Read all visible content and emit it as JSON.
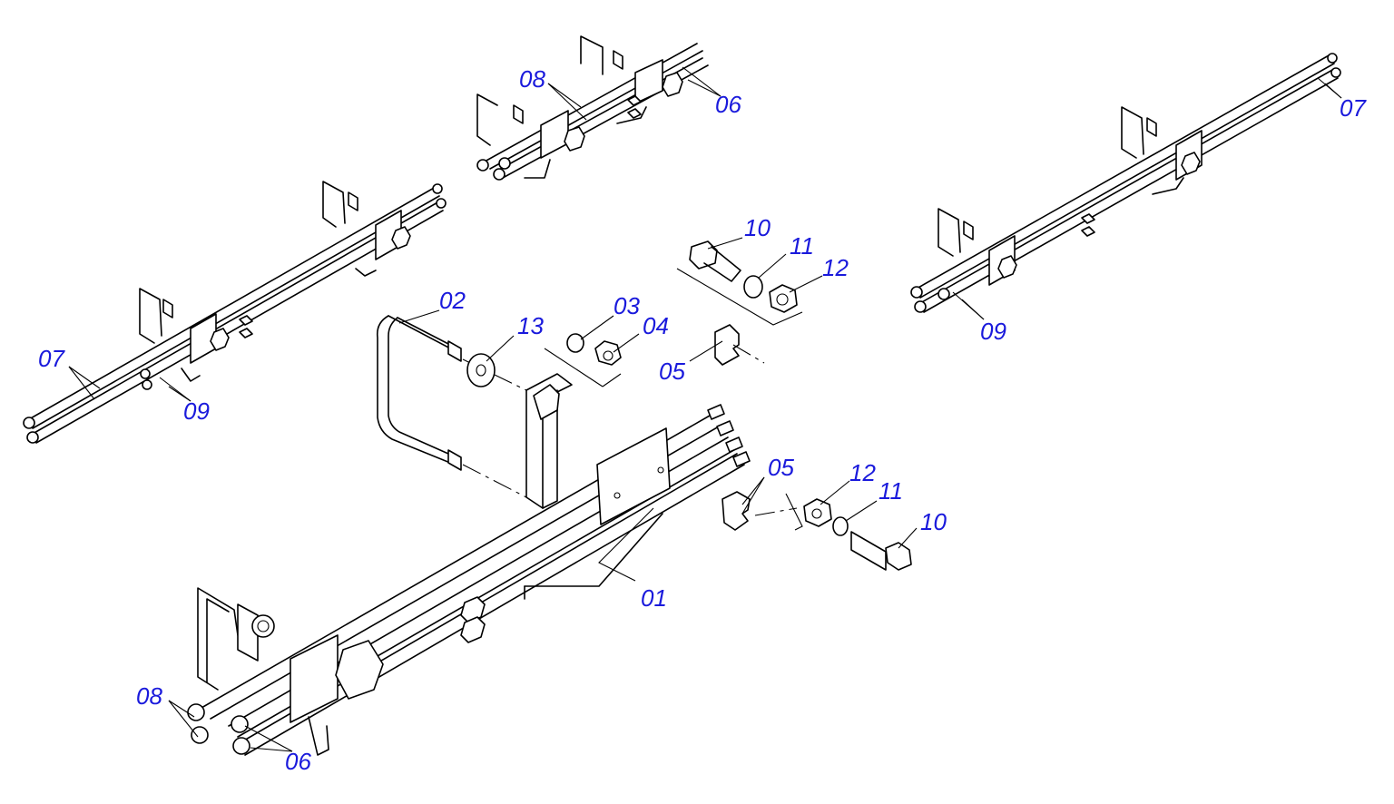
{
  "label_color": "#1a1adc",
  "callouts": {
    "c01": "01",
    "c02": "02",
    "c03": "03",
    "c04": "04",
    "c05a": "05",
    "c05b": "05",
    "c06a": "06",
    "c06b": "06",
    "c07a": "07",
    "c07b": "07",
    "c08a": "08",
    "c08b": "08",
    "c09a": "09",
    "c09b": "09",
    "c10a": "10",
    "c10b": "10",
    "c11a": "11",
    "c11b": "11",
    "c12a": "12",
    "c12b": "12",
    "c13": "13"
  }
}
